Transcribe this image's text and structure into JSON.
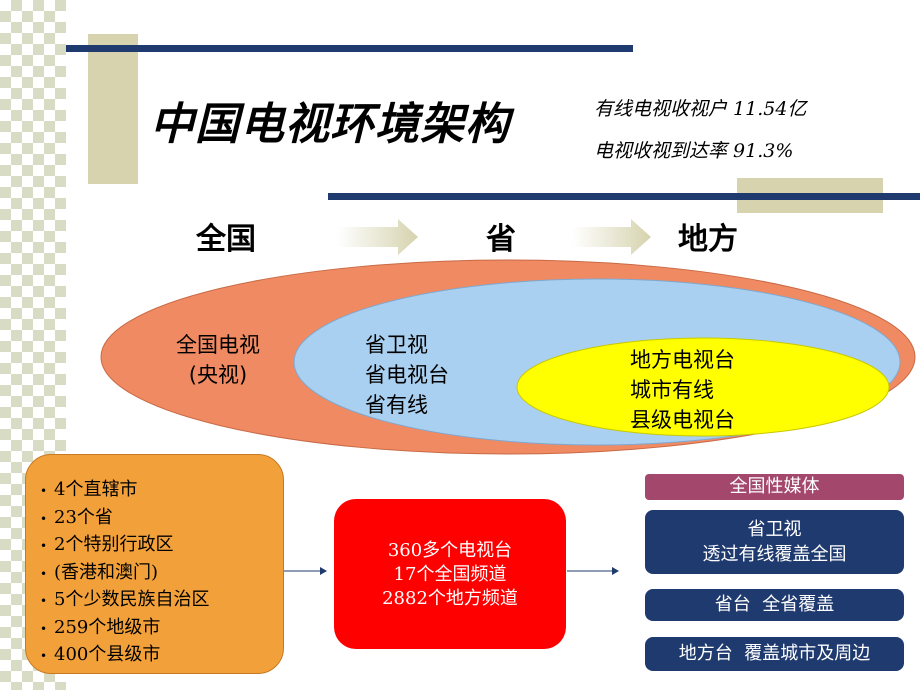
{
  "title": "中国电视环境架构",
  "stats": [
    "有线电视收视户 11.54亿",
    "电视收视到达率 91.3%"
  ],
  "levels": [
    "全国",
    "省",
    "地方"
  ],
  "ellipses": {
    "national": [
      "全国电视",
      "(央视)"
    ],
    "provincial": [
      "省卫视",
      "省电视台",
      "省有线"
    ],
    "local": [
      "地方电视台",
      "城市有线",
      "县级电视台"
    ]
  },
  "admin_divisions": [
    "4个直辖市",
    "23个省",
    "2个特别行政区",
    "(香港和澳门)",
    "5个少数民族自治区",
    "259个地级市",
    "400个县级市"
  ],
  "stations": [
    "360多个电视台",
    "17个全国频道",
    "2882个地方频道"
  ],
  "media_badge": "全国性媒体",
  "coverage": [
    [
      "省卫视",
      "透过有线覆盖全国"
    ],
    [
      "省台  全省覆盖"
    ],
    [
      "地方台  覆盖城市及周边"
    ]
  ],
  "colors": {
    "navy": "#1f3a6e",
    "orange_ellipse": "#f08a62",
    "blue_ellipse": "#a9d0f0",
    "yellow_ellipse": "#ffff00",
    "left_box": "#f2a03a",
    "mid_box": "#ff0000",
    "badge": "#a3476c"
  }
}
